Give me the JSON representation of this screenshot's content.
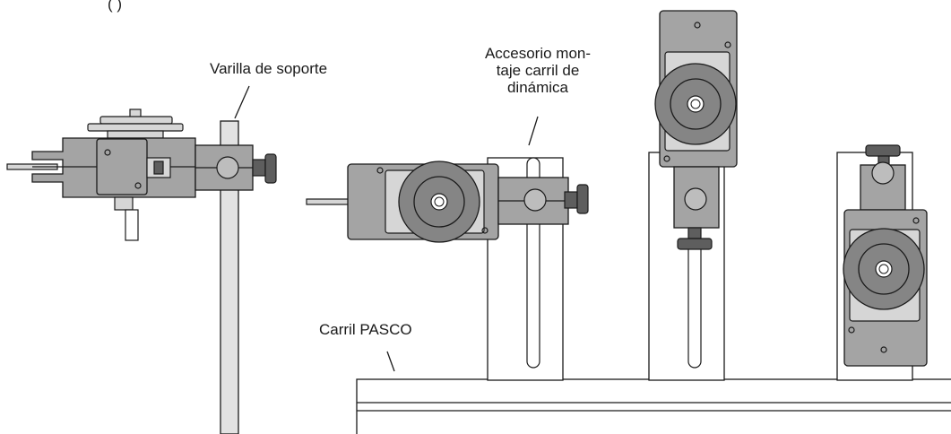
{
  "labels": {
    "top_fragment": "(        )",
    "support_rod": "Varilla de soporte",
    "mount_accessory_line1": "Accesorio mon-",
    "mount_accessory_line2": "taje carril de",
    "mount_accessory_line3": "dinámica",
    "pasco_track": "Carril PASCO"
  },
  "colors": {
    "body": "#a4a4a4",
    "light": "#d6d6d6",
    "dark": "#5e5e5e",
    "outline": "#1a1a1a"
  }
}
